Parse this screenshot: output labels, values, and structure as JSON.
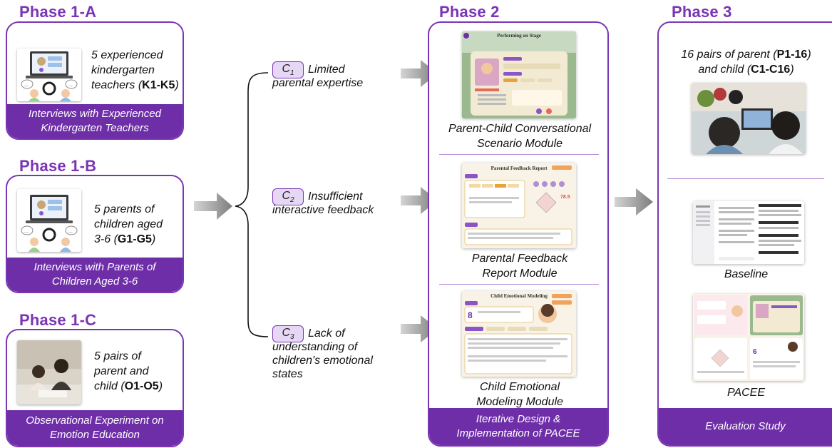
{
  "phase1a": {
    "title": "Phase 1-A",
    "line1": "5 experienced",
    "line2": "kindergarten",
    "line3_prefix": "teachers (",
    "line3_code": "K1-K5",
    "line3_suffix": ")",
    "band_line1": "Interviews with Experienced",
    "band_line2": "Kindergarten Teachers"
  },
  "phase1b": {
    "title": "Phase 1-B",
    "line1": "5 parents of",
    "line2": "children aged",
    "line3_prefix": "3-6 (",
    "line3_code": "G1-G5",
    "line3_suffix": ")",
    "band_line1": "Interviews with Parents of",
    "band_line2": "Children Aged 3-6"
  },
  "phase1c": {
    "title": "Phase 1-C",
    "line1": "5 pairs of",
    "line2": "parent and",
    "line3_prefix": "child (",
    "line3_code": "O1-O5",
    "line3_suffix": ")",
    "band_line1": "Observational Experiment on",
    "band_line2": "Emotion Education"
  },
  "challenges": [
    {
      "badge": "C",
      "sub": "1",
      "line1": "Limited",
      "line2": "parental expertise",
      "line3": "",
      "line4": ""
    },
    {
      "badge": "C",
      "sub": "2",
      "line1": "Insufficient",
      "line2": "interactive feedback",
      "line3": "",
      "line4": ""
    },
    {
      "badge": "C",
      "sub": "3",
      "line1": "Lack of",
      "line2": "understanding of",
      "line3": "children's emotional",
      "line4": "states"
    }
  ],
  "phase2": {
    "title": "Phase 2",
    "mod1_line1": "Parent-Child Conversational",
    "mod1_line2": "Scenario Module",
    "mod2_line1": "Parental Feedback",
    "mod2_line2": "Report Module",
    "mod3_line1": "Child Emotional",
    "mod3_line2": "Modeling Module",
    "band_line1": "Iterative Design &",
    "band_line2": "Implementation of PACEE",
    "screen1_title": "Performing on Stage",
    "screen2_title": "Parental Feedback Report",
    "screen3_title": "Child Emotional Modeling"
  },
  "phase3": {
    "title": "Phase 3",
    "line1_prefix": "16 pairs of parent  (",
    "line1_code": "P1-16",
    "line1_suffix": ")",
    "line2_prefix": "and child (",
    "line2_code": "C1-C16",
    "line2_suffix": ")",
    "baseline_label": "Baseline",
    "pacee_label": "PACEE",
    "band": "Evaluation Study"
  },
  "colors": {
    "accent": "#7a35b5",
    "band": "#6e2ea8",
    "badge_fill": "#e6d8f4",
    "arrow": "#8a8a8a"
  }
}
